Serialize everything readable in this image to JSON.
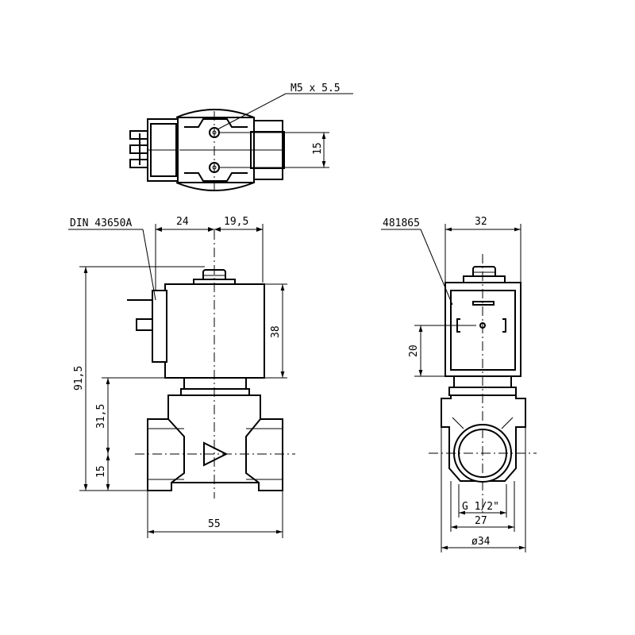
{
  "labels": {
    "thread_top": "M5 x 5.5",
    "dim_top_15": "15",
    "connector": "DIN 43650A",
    "dim_24": "24",
    "dim_19_5": "19,5",
    "dim_38": "38",
    "dim_91_5": "91,5",
    "dim_31_5": "31,5",
    "dim_15": "15",
    "dim_55": "55",
    "part_no": "481865",
    "dim_32": "32",
    "dim_20": "20",
    "thread_port": "G 1/2\"",
    "dim_27": "27",
    "dim_dia34": "ø34"
  }
}
